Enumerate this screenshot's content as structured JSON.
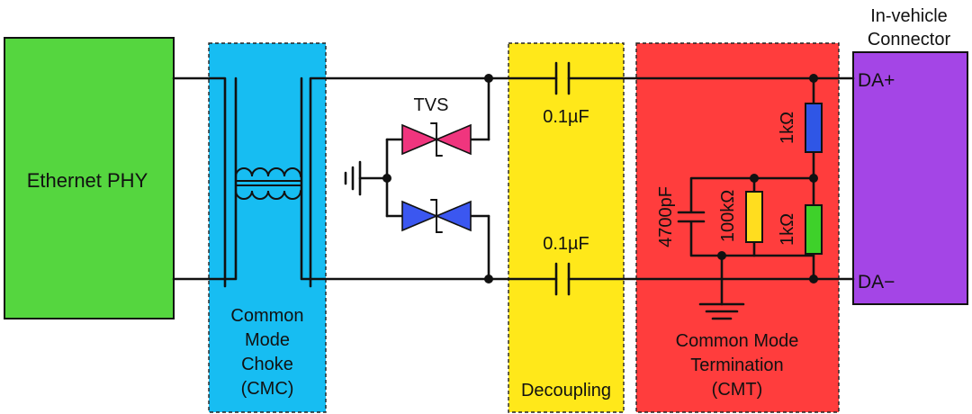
{
  "blocks": {
    "phy": {
      "label": "Ethernet PHY",
      "color": "#55d63f"
    },
    "connector": {
      "title_line1": "In-vehicle",
      "title_line2": "Connector",
      "color": "#a445e6"
    }
  },
  "zones": {
    "cmc": {
      "lines": [
        "Common",
        "Mode",
        "Choke",
        "(CMC)"
      ],
      "color": "#17bdf2"
    },
    "decoupling": {
      "label": "Decoupling",
      "color": "#ffe81a"
    },
    "cmt": {
      "lines": [
        "Common Mode",
        "Termination",
        "(CMT)"
      ],
      "color": "#ff3d3d"
    }
  },
  "components": {
    "tvs_label": "TVS",
    "cap_top": "0.1µF",
    "cap_bottom": "0.1µF",
    "cap_cmt": "4700pF",
    "res_top": "1kΩ",
    "res_bottom": "1kΩ",
    "res_mid": "100kΩ"
  },
  "pins": {
    "pos": "DA+",
    "neg": "DA−"
  },
  "colors": {
    "tvs_top": "#f0357e",
    "tvs_bottom": "#3b57f0",
    "res_top": "#2f56e6",
    "res_bottom": "#3ed12a",
    "res_mid": "#ffdd1f"
  }
}
